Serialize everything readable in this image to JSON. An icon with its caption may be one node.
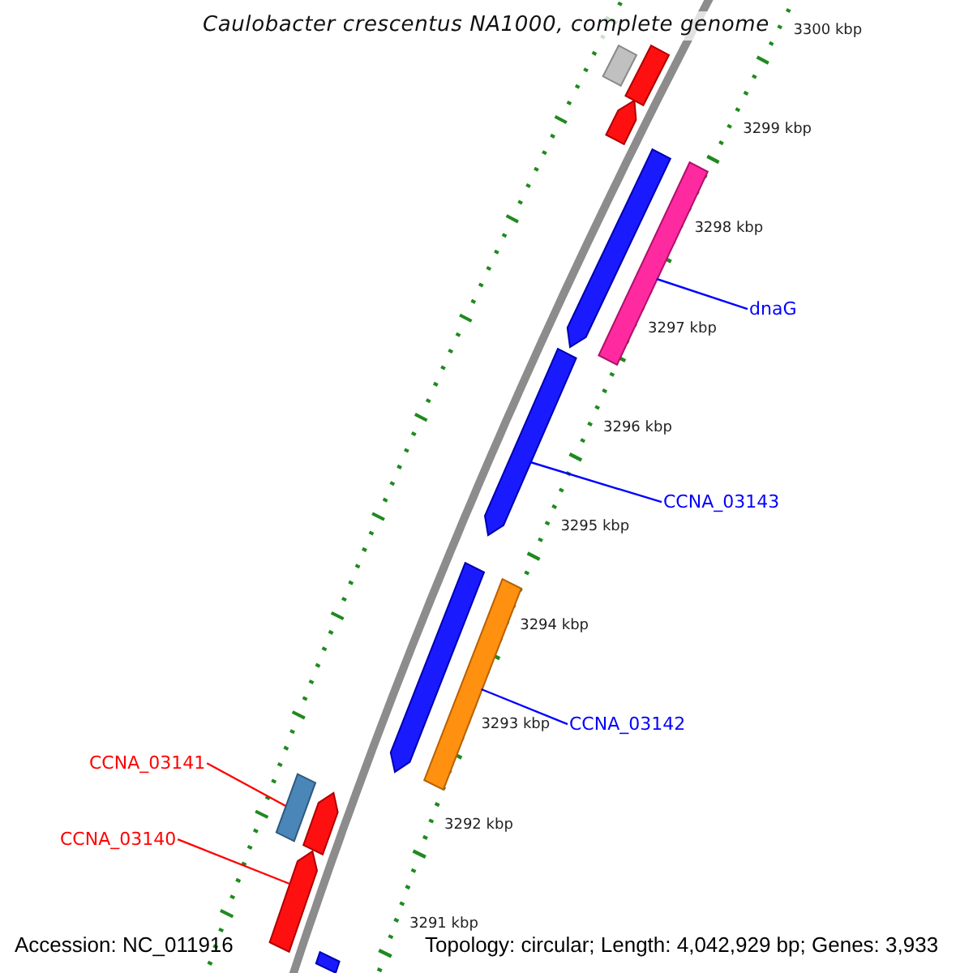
{
  "diagram": {
    "title": "Caulobacter crescentus NA1000, complete genome",
    "nodes": [
      {
        "text": [
          "dnaG"
        ]
      },
      {
        "text": [],
        "shape": "bar"
      },
      {
        "text": [
          "CCNA_03143"
        ]
      },
      {
        "text": [],
        "shape": "bar"
      },
      {
        "text": [
          "CCNA_03142"
        ]
      },
      {
        "text": [],
        "shape": "bar"
      },
      {
        "text": [
          "CCNA_03141"
        ]
      },
      {
        "text": [],
        "shape": "bar"
      },
      {
        "text": [
          "CCNA_03140"
        ]
      },
      {
        "text": [],
        "shape": "bar"
      },
      {
        "text": [],
        "shape": "bar"
      },
      {
        "text": [],
        "shape": "bar"
      },
      {
        "text": [],
        "shape": "bar"
      },
      {
        "text": [],
        "shape": "bar"
      },
      {
        "text": [],
        "shape": "bar"
      },
      {
        "text": [],
        "shape": "bar"
      },
      {
        "text": [],
        "shape": "bar"
      }
    ],
    "edges": [
      {
        "from": 0,
        "to": 1,
        "arrow": "none"
      },
      {
        "from": 2,
        "to": 3,
        "arrow": "none"
      },
      {
        "from": 4,
        "to": 5,
        "arrow": "none"
      },
      {
        "from": 6,
        "to": 7,
        "arrow": "none",
        "color": "#ff0000"
      },
      {
        "from": 8,
        "to": 9,
        "arrow": "none",
        "color": "#ff0000"
      }
    ],
    "labels": [
      "3300 kbp",
      "3299 kbp",
      "3298 kbp",
      "3297 kbp",
      "3296 kbp",
      "3295 kbp",
      "3294 kbp",
      "3293 kbp",
      "3292 kbp",
      "3291 kbp",
      "Accession: NC_011916",
      "Topology: circular; Length: 4,042,929 bp; Genes: 3,933"
    ]
  }
}
